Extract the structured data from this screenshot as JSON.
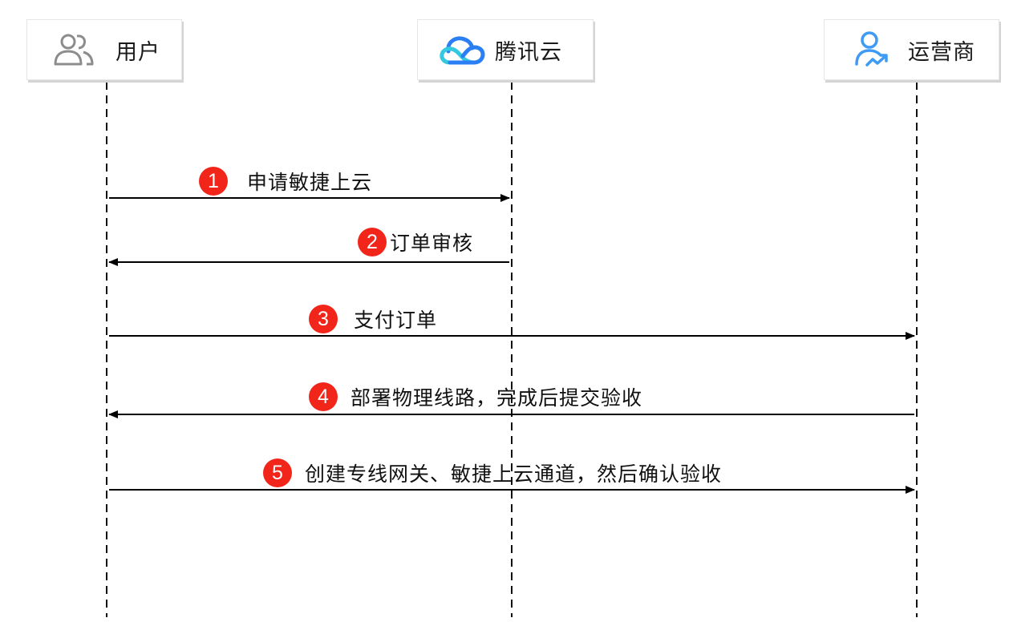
{
  "actors": [
    {
      "id": "user",
      "label": "用户",
      "icon": "users-icon"
    },
    {
      "id": "cloud",
      "label": "腾讯云",
      "icon": "tencent-cloud-logo-icon"
    },
    {
      "id": "carrier",
      "label": "运营商",
      "icon": "user-trend-icon"
    }
  ],
  "messages": [
    {
      "step": "1",
      "text": "申请敏捷上云",
      "from": "user",
      "to": "cloud"
    },
    {
      "step": "2",
      "text": "订单审核",
      "from": "cloud",
      "to": "user"
    },
    {
      "step": "3",
      "text": "支付订单",
      "from": "user",
      "to": "carrier"
    },
    {
      "step": "4",
      "text": "部署物理线路，完成后提交验收",
      "from": "carrier",
      "to": "user"
    },
    {
      "step": "5",
      "text": "创建专线网关、敏捷上云通道，然后确认验收",
      "from": "user",
      "to": "carrier"
    }
  ],
  "colors": {
    "badge": "#f2251b",
    "user_icon": "#8c8c8c",
    "cloud_icon_blue": "#2a7ff5",
    "cloud_icon_cyan": "#33c9e0",
    "carrier_icon": "#3d9af5"
  }
}
